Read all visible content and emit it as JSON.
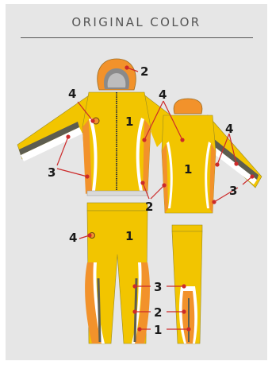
{
  "title": "ORIGINAL COLOR",
  "colors": {
    "background": "#e6e6e6",
    "color1_yellow": "#f2c500",
    "color2_orange": "#f2922b",
    "color3_white": "#ffffff",
    "accent_gray": "#5d5d50",
    "leader_red": "#cc2a2a"
  },
  "callouts": {
    "hood": "2",
    "jacket_front_accent": "4",
    "jacket_front_base": "1",
    "jacket_sleeve_accent": "4",
    "jacket_front_side": "3",
    "jacket_back_side": "2",
    "jacket_back_base": "1",
    "jacket_back_accent": "4",
    "jacket_back_sleeve": "3",
    "pants_front_accent": "4",
    "pants_front_base": "1",
    "pants_side_3": "3",
    "pants_side_2": "2",
    "pants_side_1": "1"
  }
}
